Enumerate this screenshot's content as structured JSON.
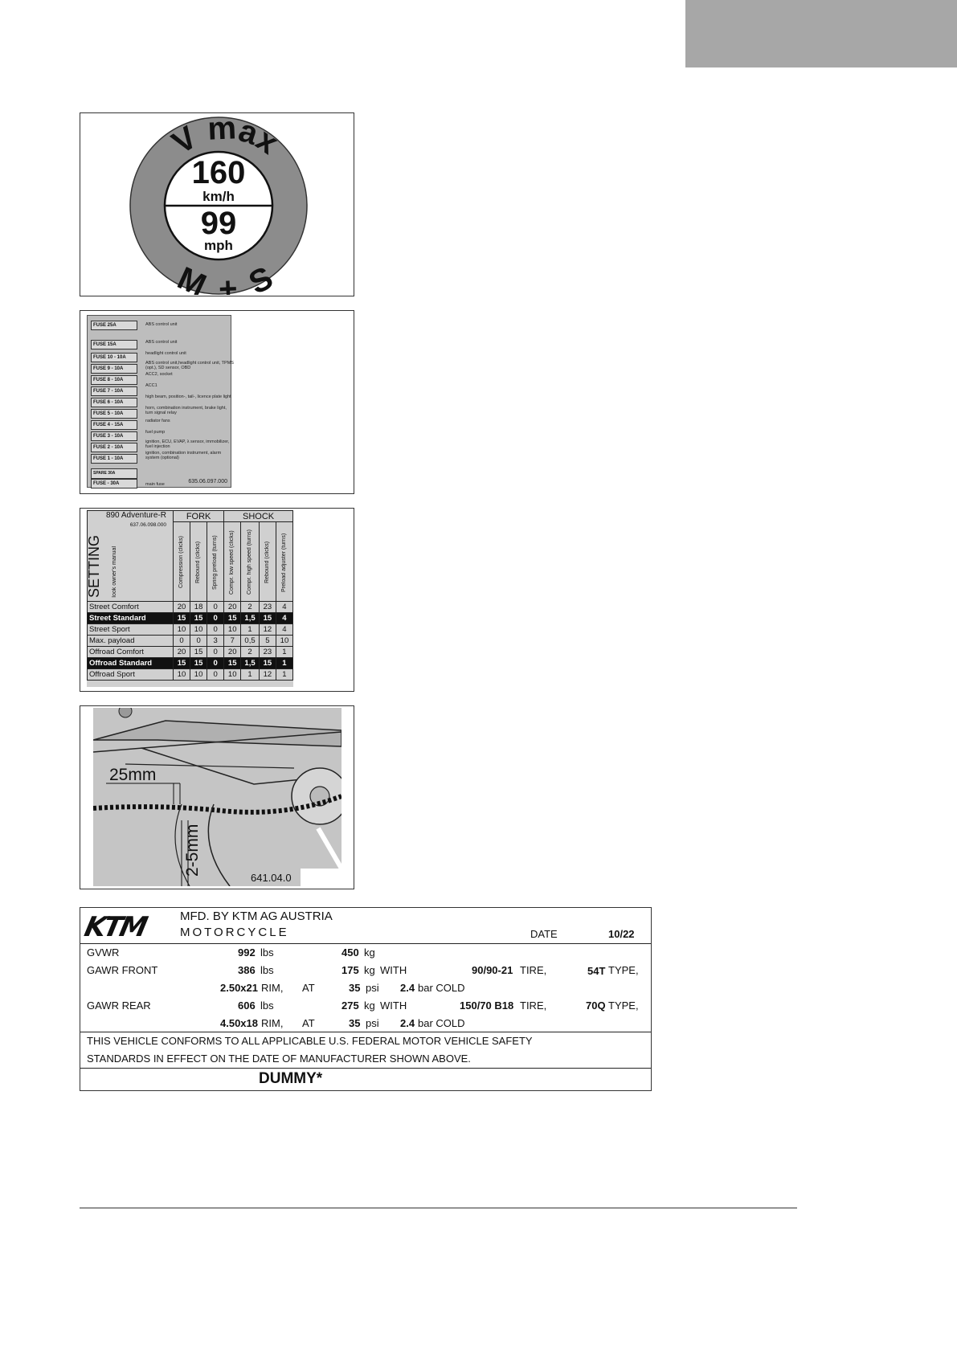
{
  "vmax_label": {
    "top_text": "V max",
    "speed_kmh": "160",
    "unit_kmh": "km/h",
    "speed_mph": "99",
    "unit_mph": "mph",
    "bottom_text": "M + S"
  },
  "fuse_label": {
    "fuses": [
      {
        "name": "FUSE 25A",
        "desc": "ABS control unit"
      },
      {
        "name": "FUSE 15A",
        "desc": "ABS control unit"
      },
      {
        "name": "FUSE 10 - 10A",
        "desc": "headlight control unit"
      },
      {
        "name": "FUSE 9 - 10A",
        "desc": "ABS control unit,headlight control unit, TPMS (opt.), SD sensor, OBD"
      },
      {
        "name": "FUSE 8 - 10A",
        "desc": "ACC2, socket"
      },
      {
        "name": "FUSE 7 - 10A",
        "desc": "ACC1"
      },
      {
        "name": "FUSE 6 - 10A",
        "desc": "high beam, position-, tail-, licence plate light"
      },
      {
        "name": "FUSE 5 - 10A",
        "desc": "horn, combination instrument, brake light, turn signal relay"
      },
      {
        "name": "FUSE 4 - 15A",
        "desc": "radiator fans"
      },
      {
        "name": "FUSE 3 - 10A",
        "desc": "fuel pump"
      },
      {
        "name": "FUSE 2 - 10A",
        "desc": "ignition, ECU, EVAP, λ sensor, immobilizer, fuel injection"
      },
      {
        "name": "FUSE 1 - 10A",
        "desc": "ignition, combination instrument, alarm system (optional)"
      }
    ],
    "spare": "SPARE 30A",
    "main_fuse": "FUSE - 30A",
    "main_fuse_desc": "main fuse",
    "part_number": "635.06.097.000"
  },
  "suspension_label": {
    "model": "890 Adventure-R",
    "part_number": "637.06.098.000",
    "fork_header": "FORK",
    "shock_header": "SHOCK",
    "setting_title": "SETTING",
    "setting_note": "look owner's manual",
    "columns": [
      "Compression (clicks)",
      "Rebound (clicks)",
      "Spring preload (turns)",
      "Compr. low speed (clicks)",
      "Compr. high speed (turns)",
      "Rebound (clicks)",
      "Preload adjuster (turns)"
    ],
    "rows": [
      {
        "name": "Street Comfort",
        "values": [
          "20",
          "18",
          "0",
          "20",
          "2",
          "23",
          "4"
        ],
        "inverted": false
      },
      {
        "name": "Street Standard",
        "values": [
          "15",
          "15",
          "0",
          "15",
          "1,5",
          "15",
          "4"
        ],
        "inverted": true
      },
      {
        "name": "Street Sport",
        "values": [
          "10",
          "10",
          "0",
          "10",
          "1",
          "12",
          "4"
        ],
        "inverted": false
      },
      {
        "name": "Max. payload",
        "values": [
          "0",
          "0",
          "3",
          "7",
          "0,5",
          "5",
          "10"
        ],
        "inverted": false
      },
      {
        "name": "Offroad Comfort",
        "values": [
          "20",
          "15",
          "0",
          "20",
          "2",
          "23",
          "1"
        ],
        "inverted": false
      },
      {
        "name": "Offroad Standard",
        "values": [
          "15",
          "15",
          "0",
          "15",
          "1,5",
          "15",
          "1"
        ],
        "inverted": true
      },
      {
        "name": "Offroad Sport",
        "values": [
          "10",
          "10",
          "0",
          "10",
          "1",
          "12",
          "1"
        ],
        "inverted": false
      }
    ]
  },
  "chain_label": {
    "dim_horizontal": "25mm",
    "dim_vertical": "2-5mm",
    "part_number": "641.04.0"
  },
  "ktm_label": {
    "logo": "KTM",
    "mfd": "MFD. BY KTM AG AUSTRIA",
    "type": "MOTORCYCLE",
    "date_label": "DATE",
    "date_value": "10/22",
    "gvwr_label": "GVWR",
    "gvwr_lbs": "992",
    "gvwr_kg": "450",
    "front_label": "GAWR FRONT",
    "front_lbs": "386",
    "front_kg": "175",
    "front_tire": "90/90-21",
    "front_type": "54T",
    "front_rim": "2.50x21",
    "front_psi": "35",
    "front_bar": "2.4",
    "rear_label": "GAWR REAR",
    "rear_lbs": "606",
    "rear_kg": "275",
    "rear_tire": "150/70 B18",
    "rear_type": "70Q",
    "rear_rim": "4.50x18",
    "rear_psi": "35",
    "rear_bar": "2.4",
    "unit_lbs": "lbs",
    "unit_kg": "kg",
    "with": "WITH",
    "tire": "TIRE,",
    "type_word": "TYPE,",
    "rim": "RIM,",
    "at": "AT",
    "psi": "psi",
    "bar_cold": "bar COLD",
    "conform_line1": "THIS VEHICLE CONFORMS TO ALL APPLICABLE U.S. FEDERAL MOTOR VEHICLE SAFETY",
    "conform_line2": "STANDARDS IN EFFECT ON THE DATE OF MANUFACTURER SHOWN ABOVE.",
    "dummy": "DUMMY*"
  }
}
